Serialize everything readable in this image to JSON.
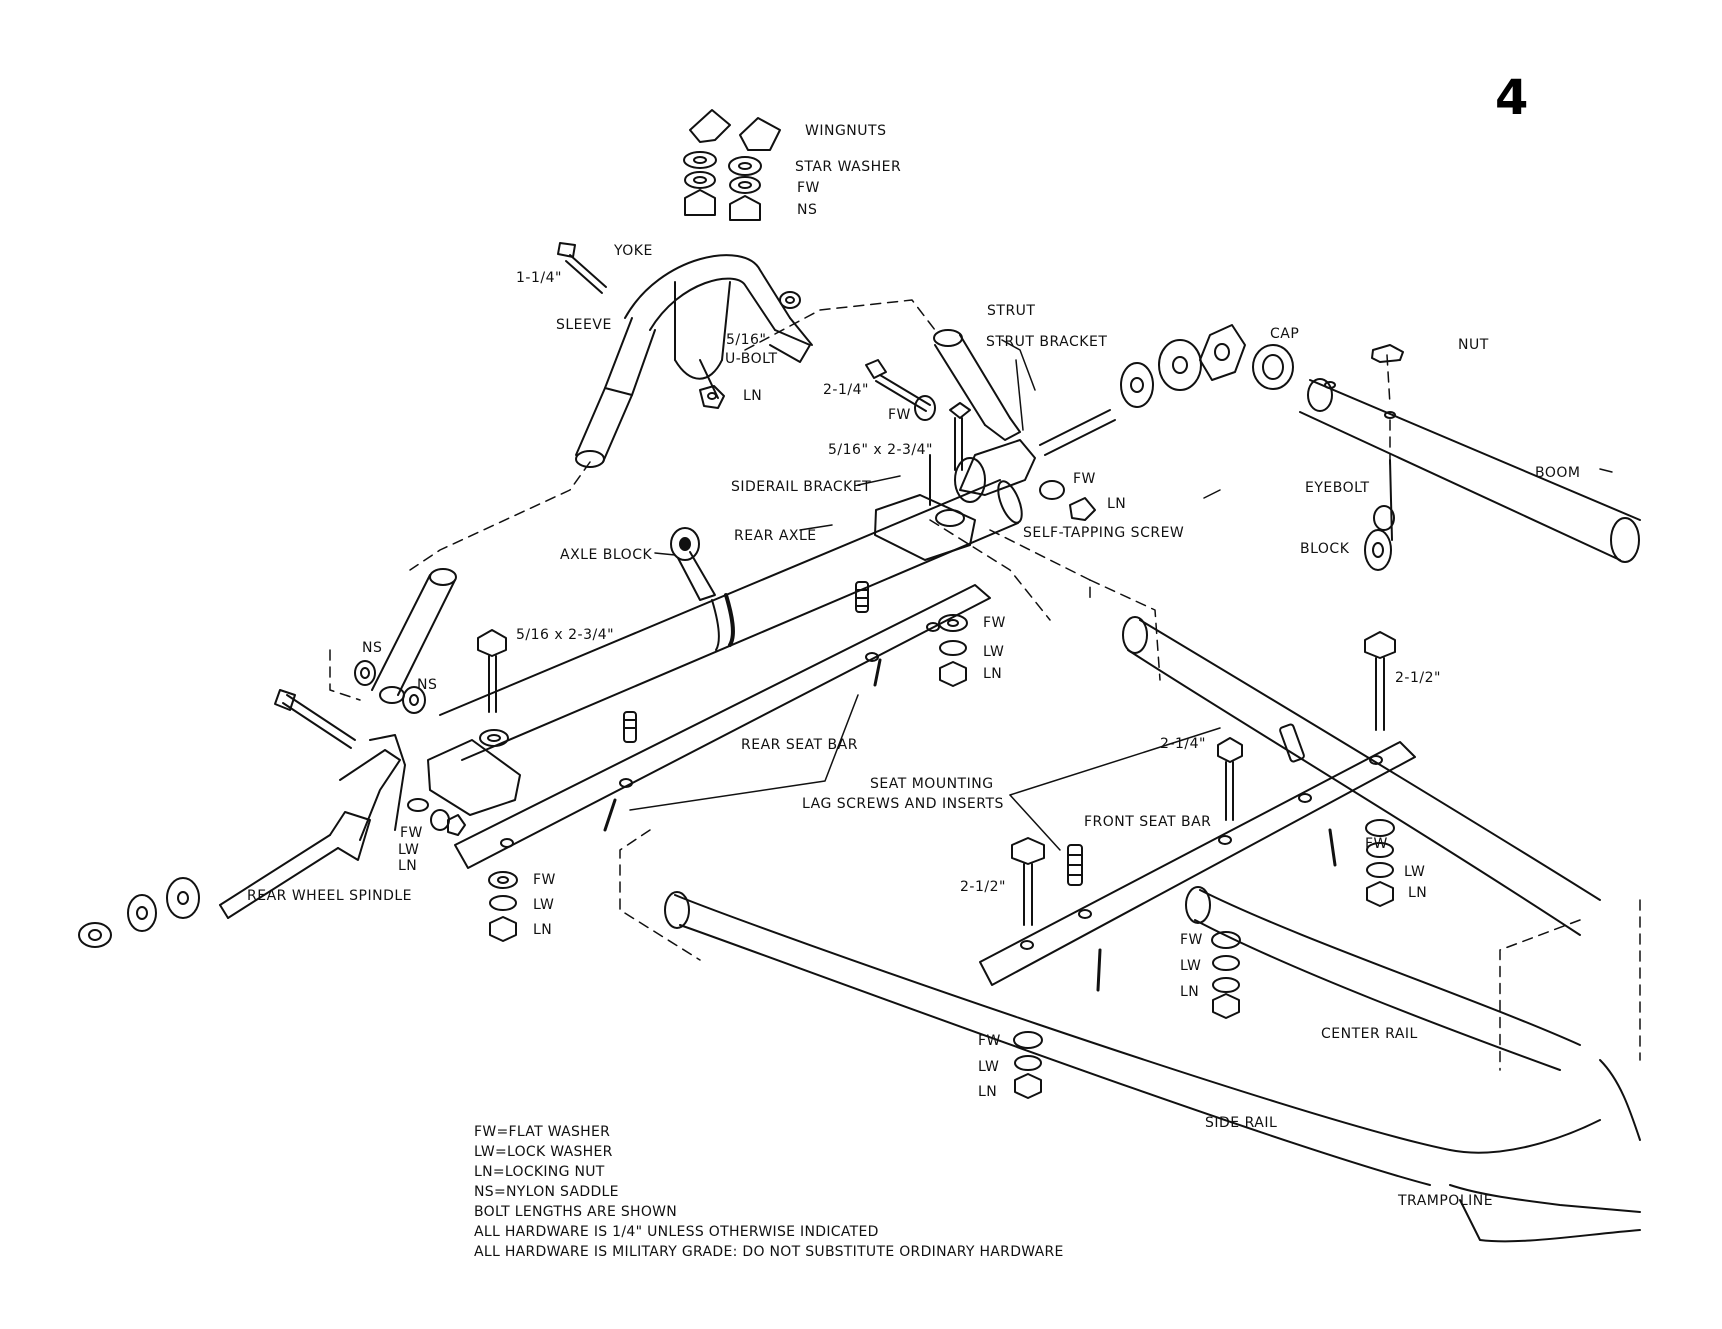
{
  "page_number": "4",
  "labels": {
    "wingnuts": "WINGNUTS",
    "star_washer": "STAR WASHER",
    "fw_top": "FW",
    "ns_top": "NS",
    "yoke": "YOKE",
    "one_quarter": "1-1/4\"",
    "sleeve": "SLEEVE",
    "ubolt_size": "5/16\"",
    "ubolt": "U-BOLT",
    "ln_yoke": "LN",
    "strut": "STRUT",
    "strut_bracket": "STRUT BRACKET",
    "cap": "CAP",
    "nut": "NUT",
    "two_quarter_upper": "2-1/4\"",
    "fw_strut": "FW",
    "size_516_234": "5/16\" x 2-3/4\"",
    "fw_bracket": "FW",
    "ln_bracket": "LN",
    "siderail_bracket": "SIDERAIL BRACKET",
    "self_tapping_screw": "SELF-TAPPING SCREW",
    "rear_axle": "REAR AXLE",
    "eyebolt": "EYEBOLT",
    "boom": "BOOM",
    "block": "BLOCK",
    "axle_block": "AXLE BLOCK",
    "size_516_234_b": "5/16 x 2-3/4\"",
    "ns_left_1": "NS",
    "ns_left_2": "NS",
    "fw_seatbar": "FW",
    "lw_seatbar": "LW",
    "ln_seatbar": "LN",
    "two_half_right": "2-1/2\"",
    "rear_seat_bar": "REAR SEAT BAR",
    "two_quarter_lower": "2-1/4\"",
    "seat_mounting_1": "SEAT MOUNTING",
    "seat_mounting_2": "LAG SCREWS AND INSERTS",
    "front_seat_bar": "FRONT SEAT BAR",
    "fw_spindle": "FW",
    "lw_spindle": "LW",
    "ln_spindle": "LN",
    "fw_right": "FW",
    "lw_right": "LW",
    "ln_right": "LN",
    "rear_wheel_spindle": "REAR WHEEL SPINDLE",
    "fw_rear": "FW",
    "lw_rear": "LW",
    "ln_rear": "LN",
    "two_half_left": "2-1/2\"",
    "fw_mid": "FW",
    "lw_mid": "LW",
    "ln_mid": "LN",
    "center_rail": "CENTER RAIL",
    "fw_low": "FW",
    "lw_low": "LW",
    "ln_low": "LN",
    "side_rail": "SIDE RAIL",
    "trampoline": "TRAMPOLINE"
  },
  "legend": [
    "FW=FLAT WASHER",
    "LW=LOCK WASHER",
    "LN=LOCKING NUT",
    "NS=NYLON SADDLE",
    "BOLT LENGTHS ARE SHOWN",
    "ALL HARDWARE IS 1/4\" UNLESS OTHERWISE INDICATED",
    "ALL HARDWARE IS MILITARY GRADE: DO NOT SUBSTITUTE ORDINARY HARDWARE"
  ]
}
